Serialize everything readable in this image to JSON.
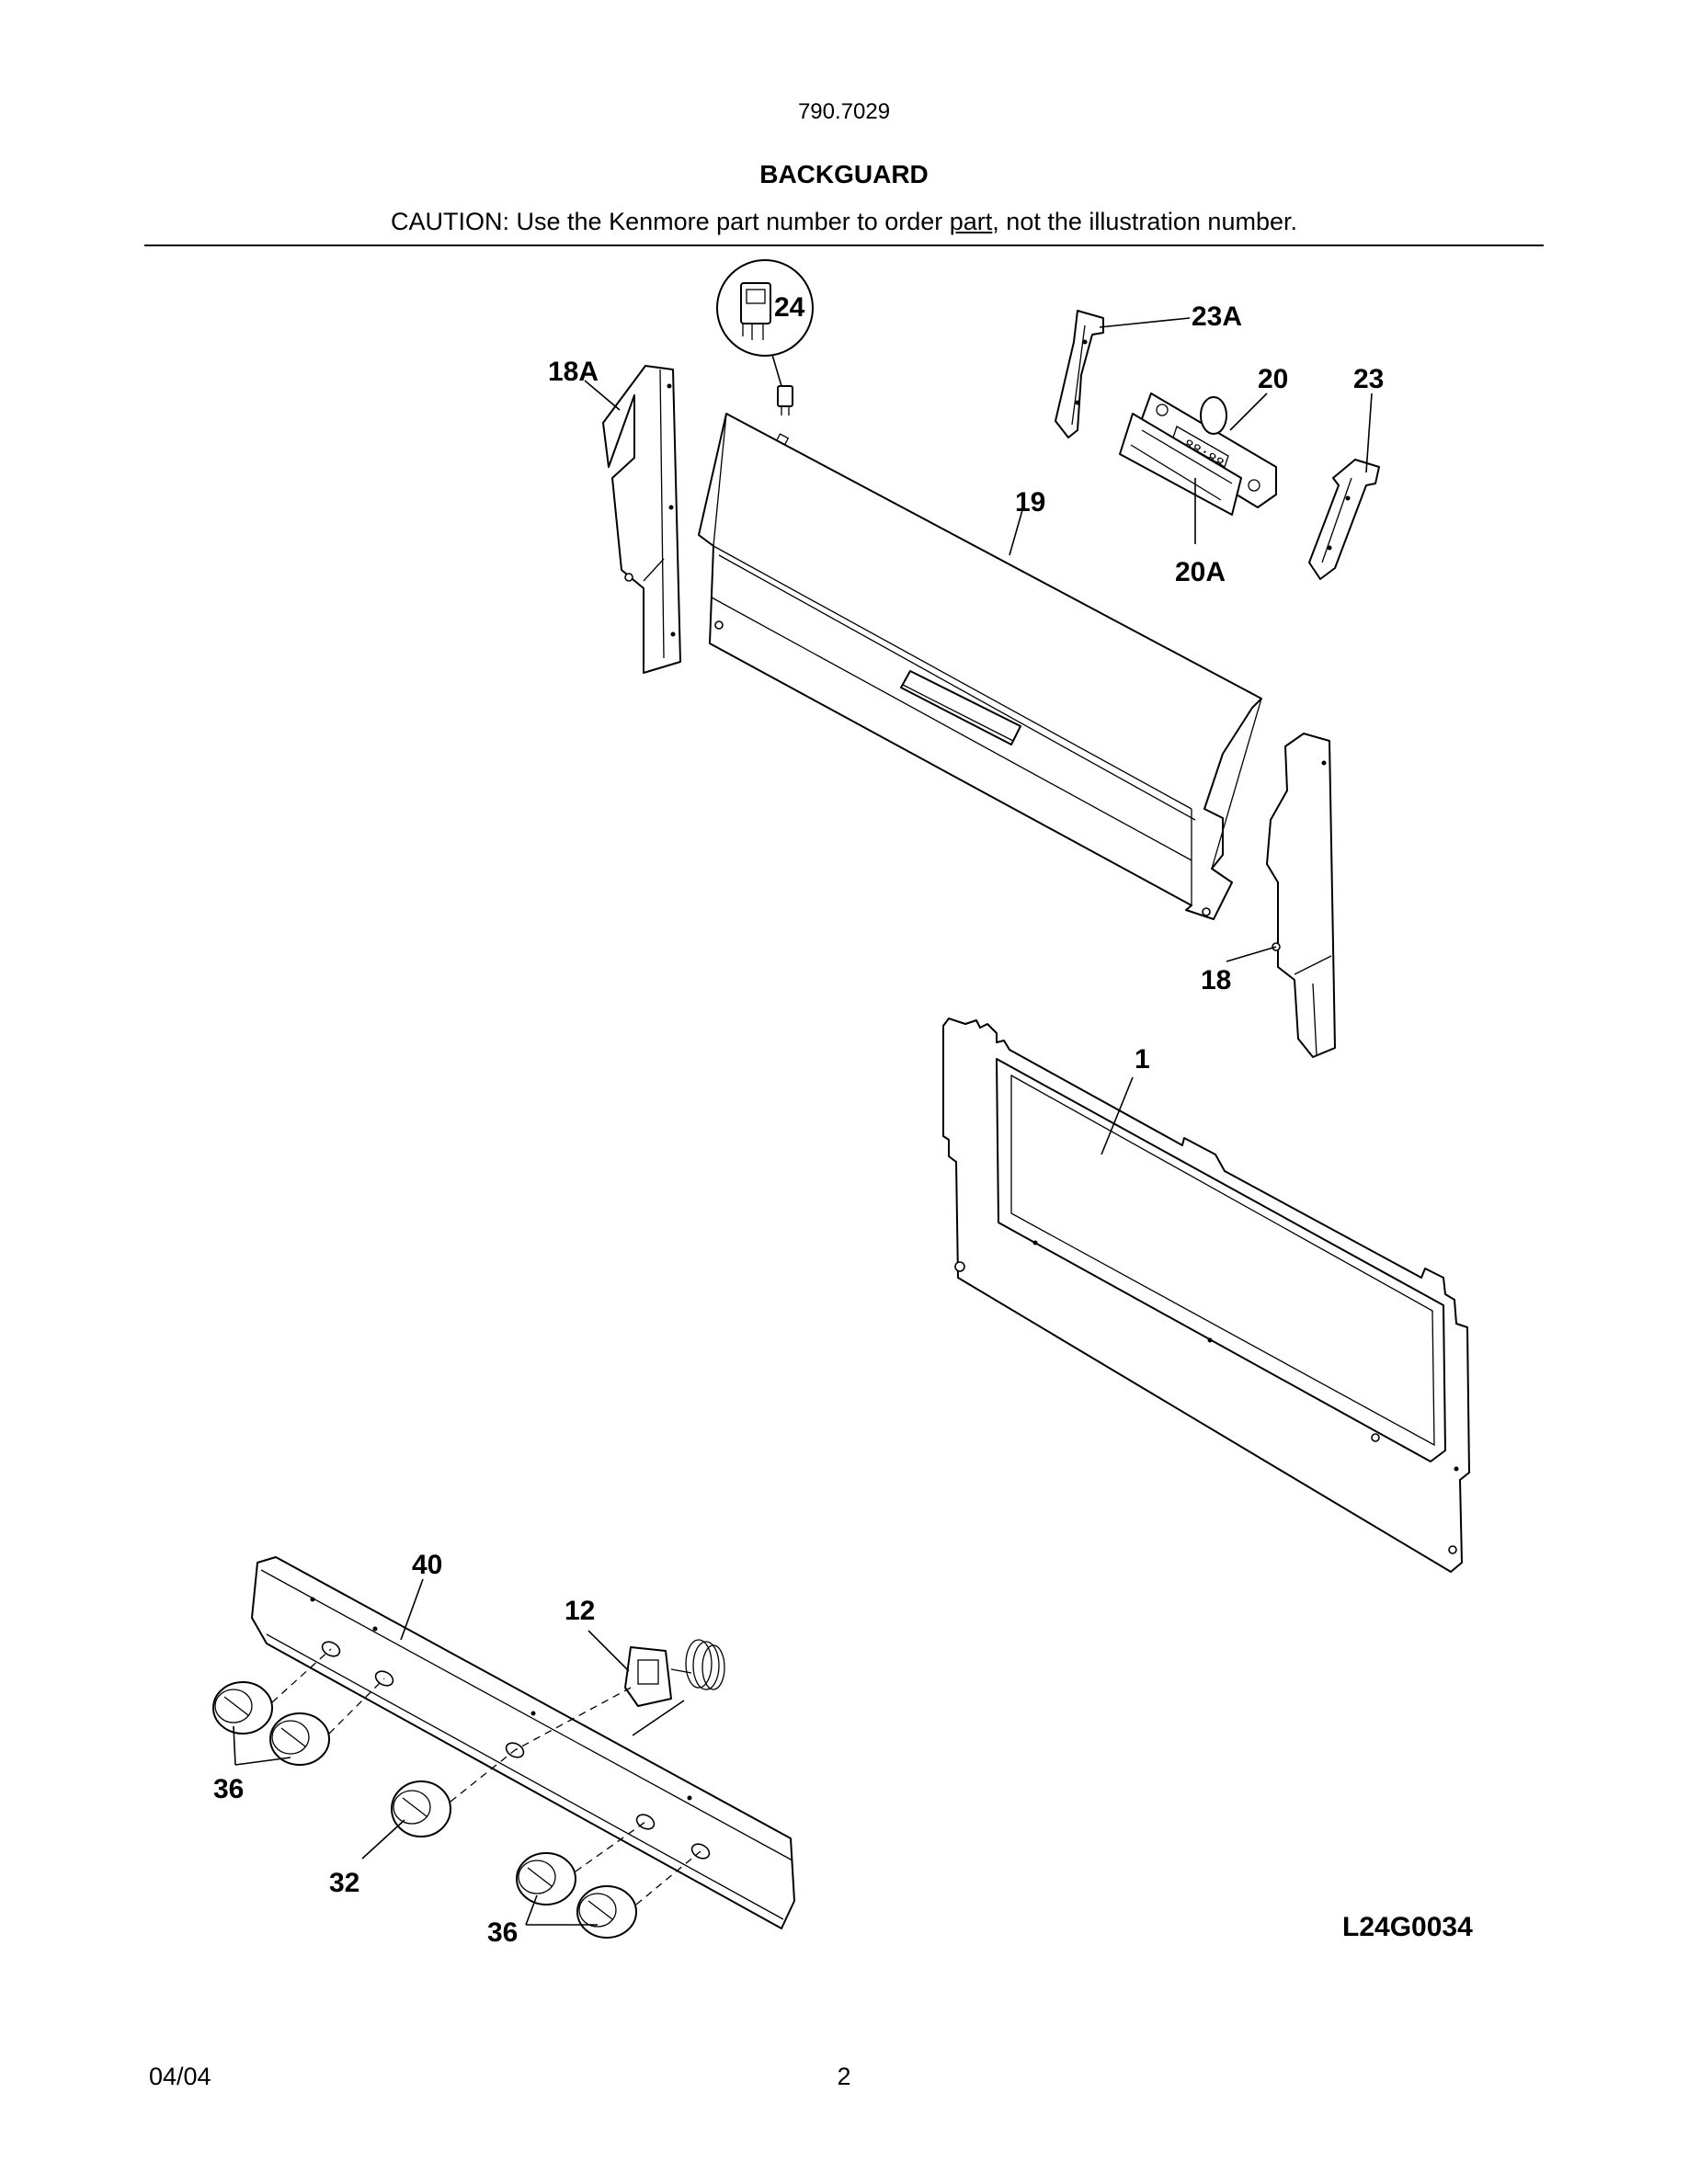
{
  "header": {
    "model_number": "790.7029",
    "section_title": "BACKGUARD",
    "caution_prefix": "CAUTION: Use the Kenmore part number to order ",
    "caution_link": "part",
    "caution_suffix": ", not the illustration number."
  },
  "diagram": {
    "drawing_id": "L24G0034",
    "callouts": {
      "c1": "1",
      "c12": "12",
      "c18": "18",
      "c18A": "18A",
      "c19": "19",
      "c20": "20",
      "c20A": "20A",
      "c23": "23",
      "c23A": "23A",
      "c24": "24",
      "c32": "32",
      "c36a": "36",
      "c36b": "36",
      "c40": "40"
    }
  },
  "footer": {
    "date": "04/04",
    "page_number": "2"
  }
}
